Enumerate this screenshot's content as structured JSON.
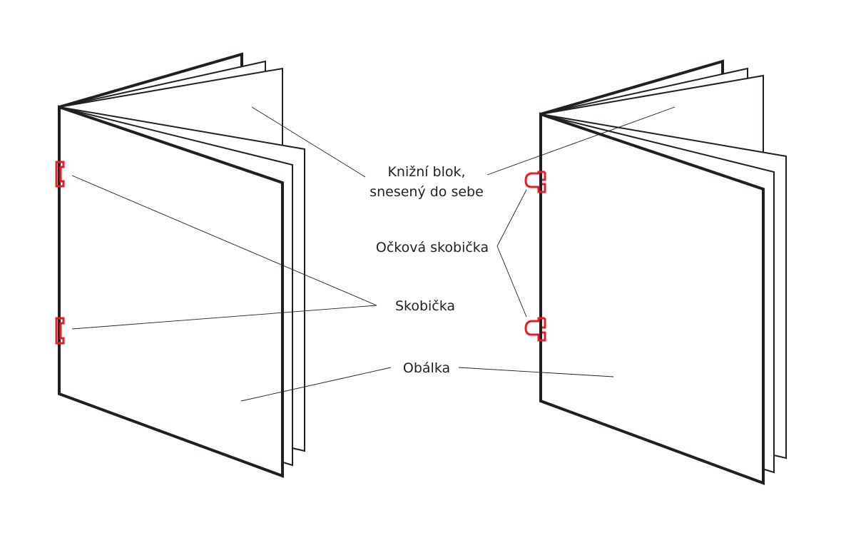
{
  "labels": {
    "book_block_line1": "Knižní blok,",
    "book_block_line2": "snesený do sebe",
    "loop_staple": "Očková skobička",
    "staple": "Skobička",
    "cover": "Obálka"
  },
  "colors": {
    "line": "#231f20",
    "staple": "#ed1c24"
  }
}
